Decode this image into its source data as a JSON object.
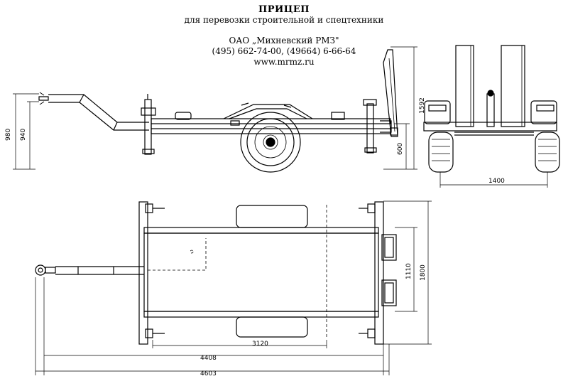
{
  "header": {
    "title": "ПРИЦЕП",
    "subtitle": "для перевозки строительной и спецтехники",
    "company": "ОАО „Михневский РМЗ\"",
    "phones": "(495) 662-74-00, (49664) 6-66-64",
    "website": "www.mrmz.ru"
  },
  "dimensions": {
    "side_height_980": "980",
    "side_height_940": "940",
    "side_height_1592": "1592",
    "side_height_600": "600",
    "rear_width_1400": "1400",
    "top_width_1800": "1800",
    "top_width_1110": "1110",
    "top_length_3120": "3120",
    "top_length_4408": "4408",
    "top_length_4603": "4603"
  }
}
